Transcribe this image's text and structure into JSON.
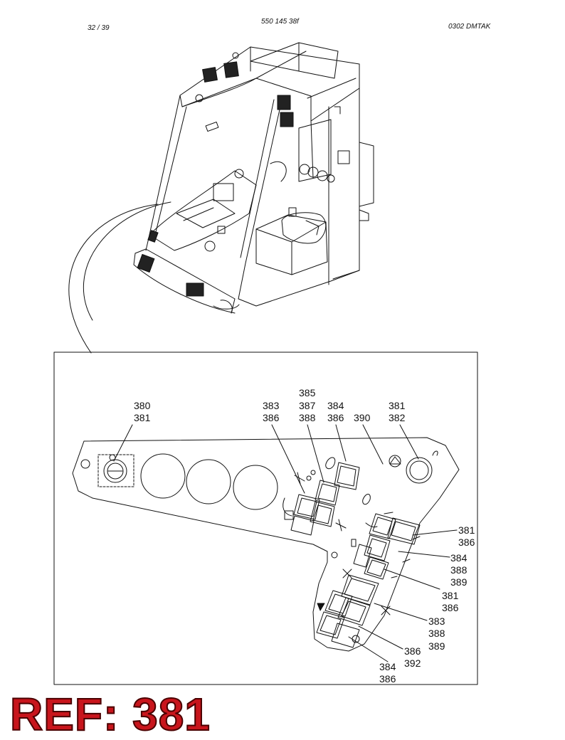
{
  "header": {
    "page": "32 / 39",
    "document": "550 145 38f",
    "code": "0302   DMTAK"
  },
  "callouts": [
    {
      "id": "c-380-381",
      "lines": [
        "380",
        "381"
      ]
    },
    {
      "id": "c-383-386",
      "lines": [
        "383",
        "386"
      ]
    },
    {
      "id": "c-385-387-388",
      "lines": [
        "385",
        "387",
        "388"
      ]
    },
    {
      "id": "c-384-386-top",
      "lines": [
        "384",
        "386"
      ]
    },
    {
      "id": "c-390",
      "lines": [
        "390"
      ]
    },
    {
      "id": "c-381-382",
      "lines": [
        "381",
        "382"
      ]
    },
    {
      "id": "c-381-386-a",
      "lines": [
        "381",
        "386"
      ]
    },
    {
      "id": "c-384-388-389",
      "lines": [
        "384",
        "388",
        "389"
      ]
    },
    {
      "id": "c-381-386-b",
      "lines": [
        "381",
        "386"
      ]
    },
    {
      "id": "c-383-388-389",
      "lines": [
        "383",
        "388",
        "389"
      ]
    },
    {
      "id": "c-386-392",
      "lines": [
        "386",
        "392"
      ]
    },
    {
      "id": "c-384-386-bottom",
      "lines": [
        "384",
        "386"
      ]
    }
  ],
  "reference": "REF: 381",
  "colors": {
    "reference": "#c8151c",
    "line": "#111111"
  }
}
